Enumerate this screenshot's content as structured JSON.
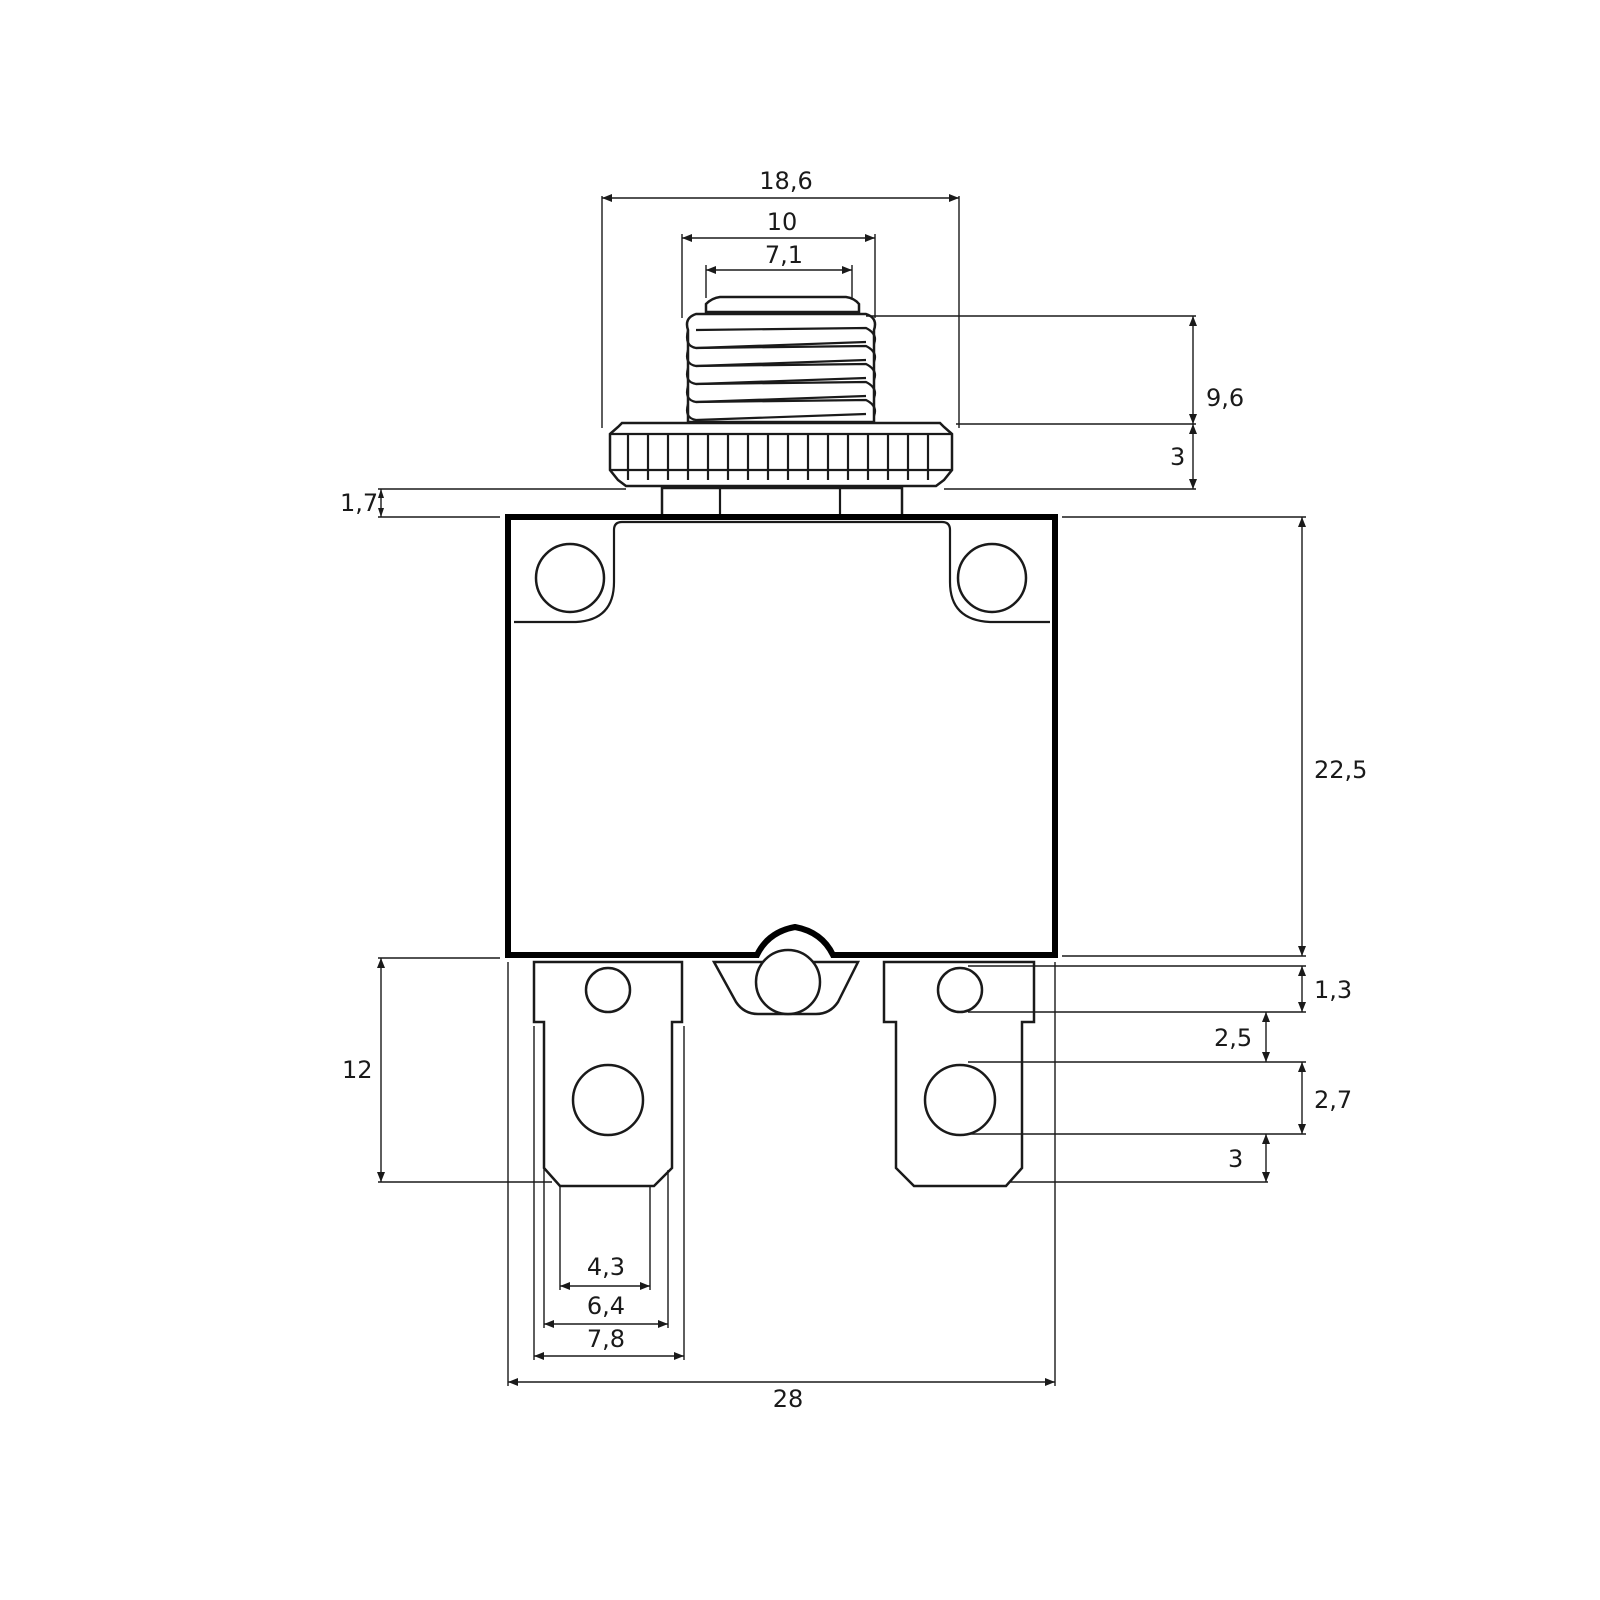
{
  "dimensions": {
    "top_outer_width": "18,6",
    "thread_width": "10",
    "button_width": "7,1",
    "thread_height": "9,6",
    "nut_height": "3",
    "neck_height": "1,7",
    "body_height": "22,5",
    "hole_top_offset": "1,3",
    "hole_spacing": "2,5",
    "hole_diameter": "2,7",
    "tip_offset": "3",
    "terminal_length": "12",
    "tip_width": "4,3",
    "tab_width": "6,4",
    "terminal_width": "7,8",
    "body_width": "28"
  }
}
